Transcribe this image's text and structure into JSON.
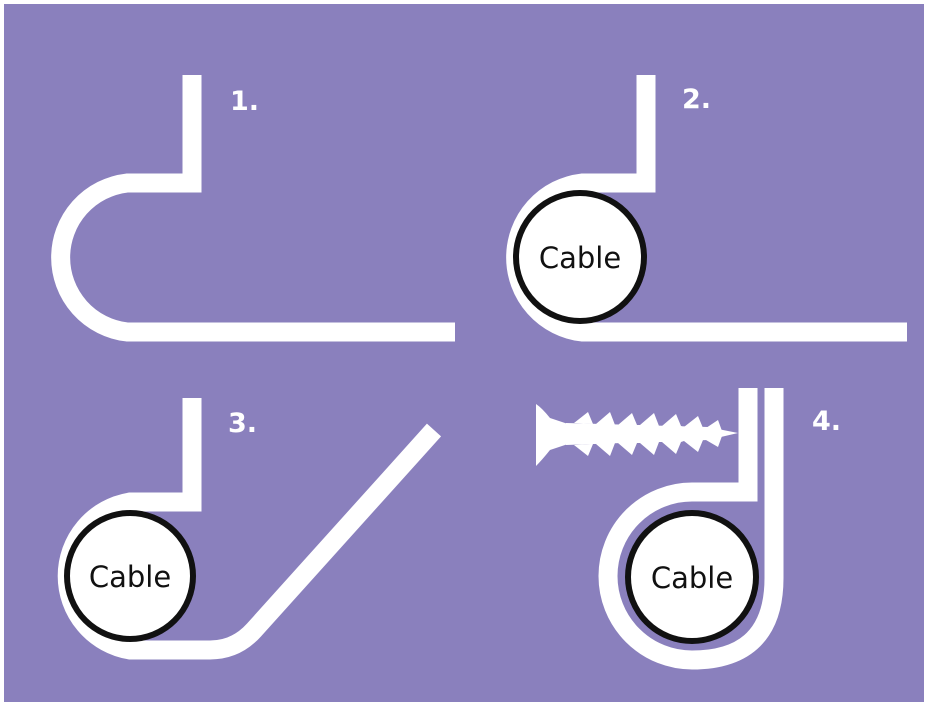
{
  "colors": {
    "background": "#8a80bd",
    "strip": "#ffffff",
    "cable_fill": "#ffffff",
    "cable_outline": "#111111",
    "text_light": "#ffffff",
    "text_dark": "#111111"
  },
  "steps": [
    {
      "number": "1.",
      "has_cable": false,
      "has_screw": false
    },
    {
      "number": "2.",
      "has_cable": true,
      "cable_label": "Cable",
      "has_screw": false
    },
    {
      "number": "3.",
      "has_cable": true,
      "cable_label": "Cable",
      "has_screw": false
    },
    {
      "number": "4.",
      "has_cable": true,
      "cable_label": "Cable",
      "has_screw": true
    }
  ]
}
